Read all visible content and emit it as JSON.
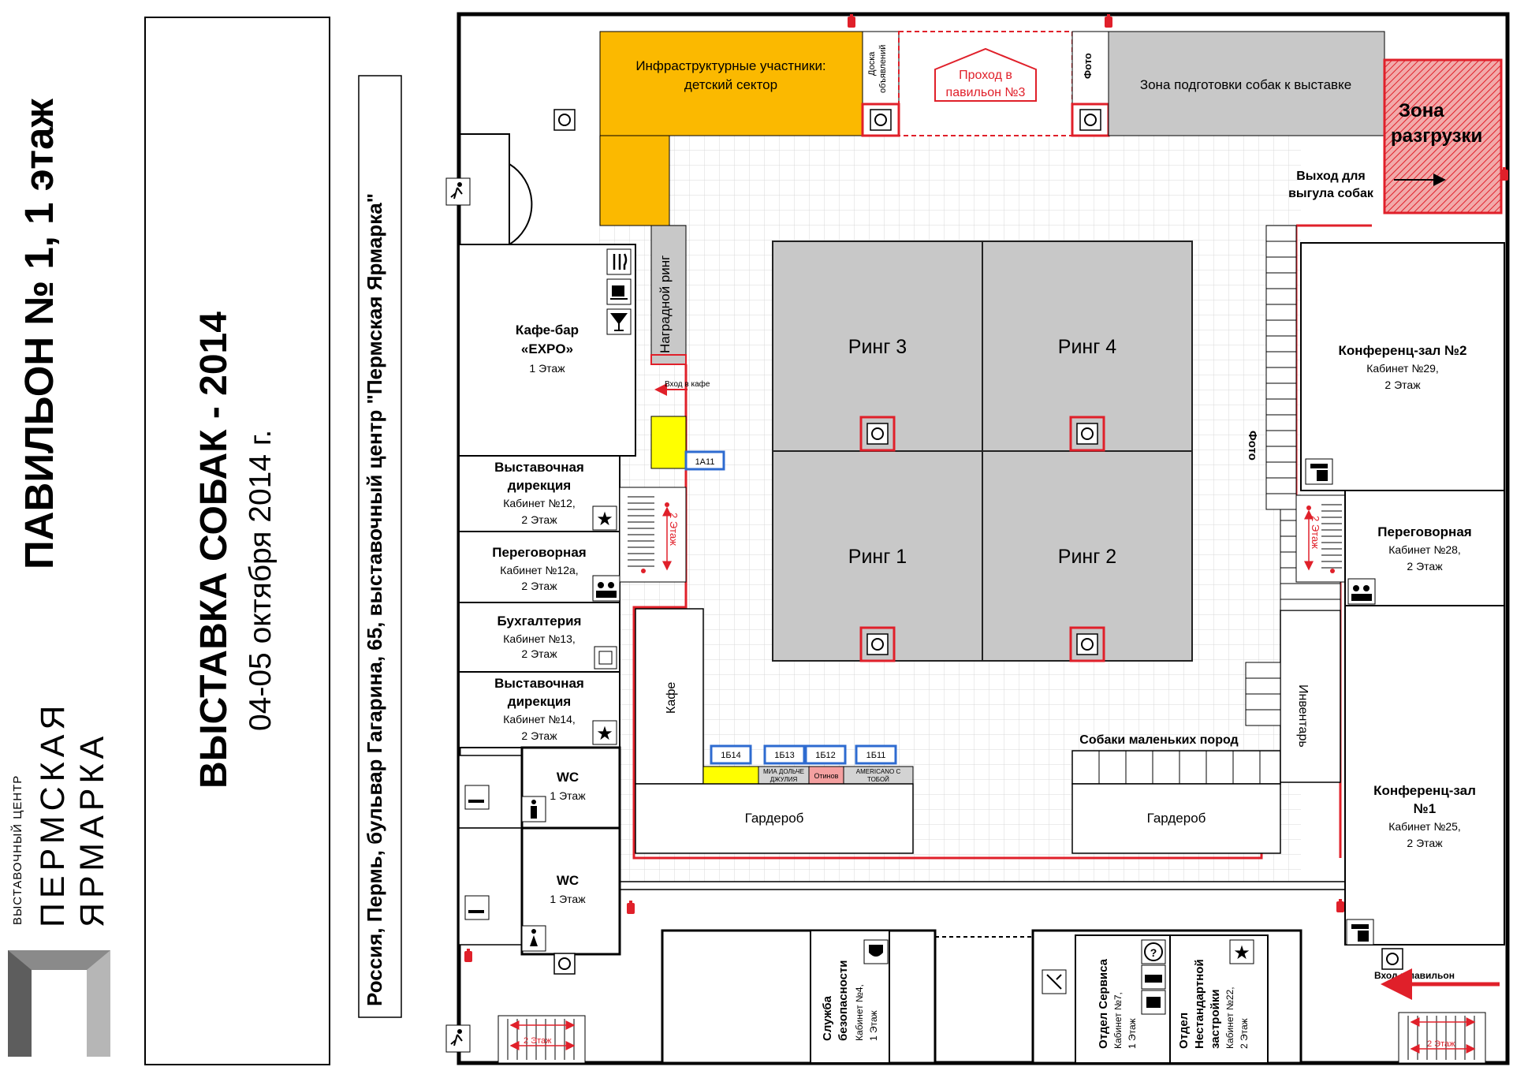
{
  "side": {
    "pavilion": "ПАВИЛЬОН № 1, 1 этаж",
    "exhibition": "ВЫСТАВКА СОБАК - 2014",
    "dates": "04-05 октября 2014 г.",
    "address": "Россия, Пермь, бульвар Гагарина, 65, выставочный центр \"Пермская Ярмарка\"",
    "logo_small": "ВЫСТАВОЧНЫЙ ЦЕНТР",
    "logo_line1": "ПЕРМСКАЯ",
    "logo_line2": "ЯРМАРКА"
  },
  "rooms": {
    "infra_1": "Инфраструктурные участники:",
    "infra_2": "детский сектор",
    "board_1": "Доска",
    "board_2": "объявлений",
    "pass_1": "Проход в",
    "pass_2": "павильон №3",
    "photo_top": "Фото",
    "prep": "Зона подготовки собак к выставке",
    "unload_1": "Зона",
    "unload_2": "разгрузки",
    "walk_1": "Выход для",
    "walk_2": "выгула собак",
    "award": "Наградной ринг",
    "cafe_1": "Кафе-бар",
    "cafe_2": "«EXPO»",
    "cafe_3": "1 Этаж",
    "cafe_entry": "Вход в кафе",
    "dir12_1": "Выставочная",
    "dir12_2": "дирекция",
    "dir12_3": "Кабинет №12,",
    "dir12_4": "2 Этаж",
    "neg12_1": "Переговорная",
    "neg12_2": "Кабинет №12а,",
    "neg12_3": "2 Этаж",
    "acc_1": "Бухгалтерия",
    "acc_2": "Кабинет №13,",
    "acc_3": "2 Этаж",
    "dir14_1": "Выставочная",
    "dir14_2": "дирекция",
    "dir14_3": "Кабинет №14,",
    "dir14_4": "2 Этаж",
    "wc1_1": "WC",
    "wc1_2": "1 Этаж",
    "wc2_1": "WC",
    "wc2_2": "1 Этаж",
    "stairs_label": "2 Этаж",
    "cafe_small": "Кафе",
    "wardrobe_l": "Гардероб",
    "wardrobe_r": "Гардероб",
    "small_breeds": "Собаки маленьких пород",
    "inventory": "Инвентарь",
    "photo_right": "Фото",
    "conf2_1": "Конференц-зал №2",
    "conf2_2": "Кабинет №29,",
    "conf2_3": "2 Этаж",
    "neg28_1": "Переговорная",
    "neg28_2": "Кабинет №28,",
    "neg28_3": "2 Этаж",
    "conf1_1": "Конференц-зал",
    "conf1_2": "№1",
    "conf1_3": "Кабинет №25,",
    "conf1_4": "2 Этаж",
    "security_1": "Служба",
    "security_2": "безопасности",
    "security_3": "Кабинет №4,",
    "security_4": "1 Этаж",
    "service_1": "Отдел Сервиса",
    "service_2": "Кабинет №7,",
    "service_3": "1 Этаж",
    "custom_1": "Отдел",
    "custom_2": "Нестандартной",
    "custom_3": "застройки",
    "custom_4": "Кабинет №22,",
    "custom_5": "2 Этаж",
    "entry_pavilion": "Вход в павильон"
  },
  "rings": {
    "r1": "Ринг 1",
    "r2": "Ринг 2",
    "r3": "Ринг 3",
    "r4": "Ринг 4"
  },
  "stands": {
    "a11": "1А11",
    "b14": "1Б14",
    "b13": "1Б13",
    "b12": "1Б12",
    "b11": "1Б11",
    "mia_1": "МИА ДОЛЬЧЕ",
    "mia_2": "ДЖУЛИЯ",
    "otinov": "Отинов",
    "americano_1": "AMERICANO С",
    "americano_2": "ТОБОЙ"
  },
  "colors": {
    "wall": "#000000",
    "red": "#e0202a",
    "ring": "#c8c8c8",
    "grid": "#d9d9d9",
    "orange": "#fbb900",
    "yellow": "#ffff00",
    "blue": "#2e6bd0"
  },
  "icons": [
    "exit-icon",
    "fire-extinguisher-icon",
    "column-icon",
    "fork-knife-icon",
    "coffee-icon",
    "cocktail-icon",
    "star-icon",
    "meeting-icon",
    "accounting-icon",
    "smoking-icon",
    "man-icon",
    "woman-icon",
    "shield-icon",
    "help-icon",
    "bed-icon",
    "printer-icon",
    "conference-icon",
    "service-icon"
  ]
}
